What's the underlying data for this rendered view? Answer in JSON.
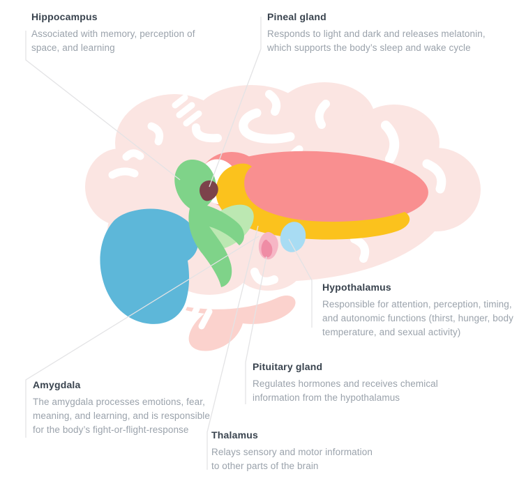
{
  "labels": {
    "hippocampus": {
      "title": "Hippocampus",
      "body": "Associated with memory, perception of\nspace, and learning"
    },
    "pineal": {
      "title": "Pineal gland",
      "body": "Responds to light and dark and releases melatonin,\nwhich supports the body’s sleep and wake cycle"
    },
    "hypothalamus": {
      "title": "Hypothalamus",
      "body": "Responsible for attention, perception, timing,\nand autonomic functions (thirst, hunger, body\ntemperature, and sexual activity)"
    },
    "pituitary": {
      "title": "Pituitary gland",
      "body": "Regulates hormones and receives chemical\ninformation from the hypothalamus"
    },
    "thalamus": {
      "title": "Thalamus",
      "body": "Relays sensory and motor information\nto other parts of the brain"
    },
    "amygdala": {
      "title": "Amygdala",
      "body": "The amygdala processes emotions, fear,\nmeaning, and learning, and is responsible\nfor the body’s fight-or-flight-response"
    }
  },
  "colors": {
    "background": "#ffffff",
    "silhouette": "#fbe5e2",
    "brainstem": "#fbd2cd",
    "thalamus": "#f98f90",
    "band_yellow": "#fbc21d",
    "hippocampus": "#7fd389",
    "hippocampus_light": "#bce8b2",
    "amygdala": "#5db7d9",
    "hypothalamus": "#a8dcf3",
    "pituitary": "#f6b6c5",
    "pituitary_accent": "#ef8ca5",
    "pineal": "#7c434b",
    "white_detail": "#ffffff",
    "leader": "#e3e3e5",
    "title_text": "#39434e",
    "body_text": "#9aa2ab"
  }
}
